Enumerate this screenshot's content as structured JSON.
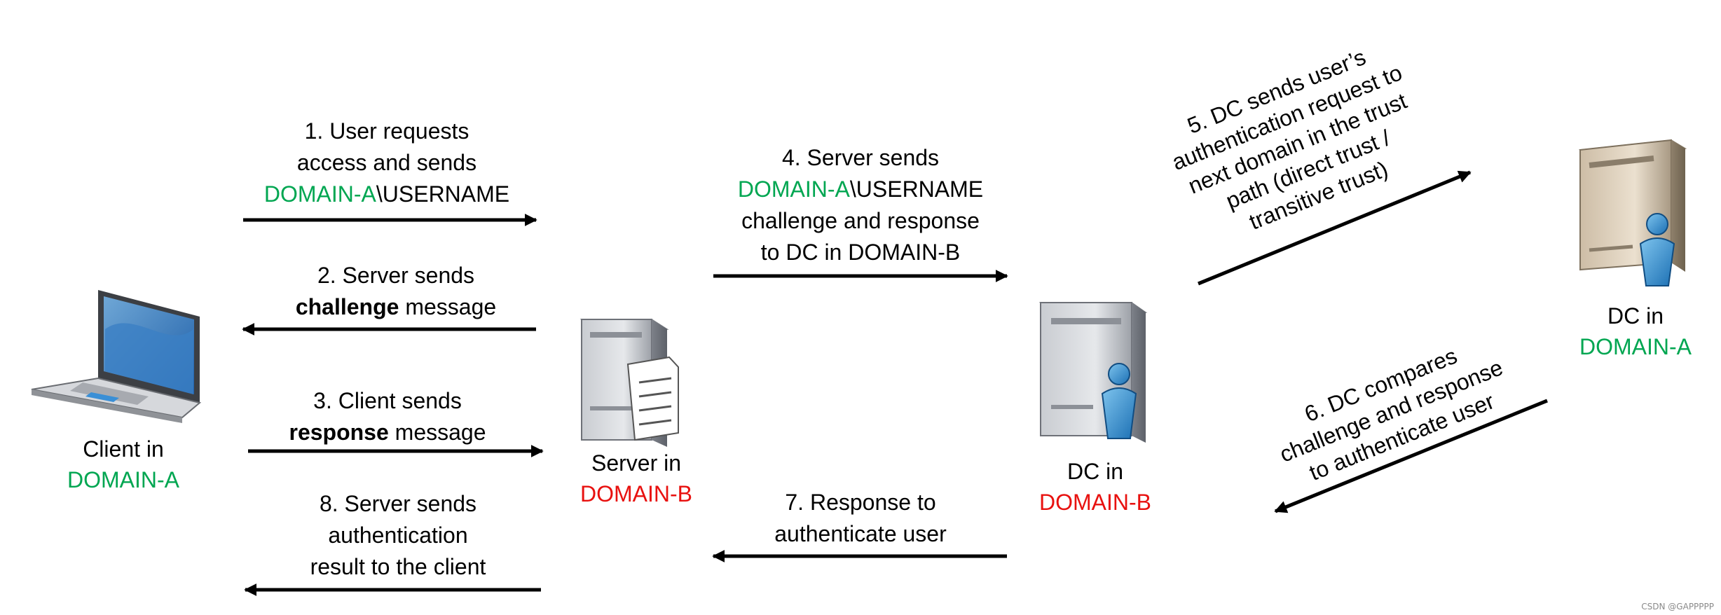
{
  "colors": {
    "domain_a": "#00a651",
    "domain_b": "#e8110f",
    "arrow": "#000000",
    "text": "#000000"
  },
  "nodes": {
    "client": {
      "icon": "laptop-icon",
      "line1": "Client in",
      "domain": "DOMAIN-A"
    },
    "server": {
      "icon": "server-document-icon",
      "line1": "Server in",
      "domain": "DOMAIN-B"
    },
    "dc_b": {
      "icon": "server-user-icon",
      "line1": "DC in",
      "domain": "DOMAIN-B"
    },
    "dc_a": {
      "icon": "server-user-icon",
      "line1": "DC in",
      "domain": "DOMAIN-A"
    }
  },
  "steps": {
    "s1": {
      "line1": "1. User requests",
      "line2": "access and sends",
      "domain": "DOMAIN-A",
      "user": "\\USERNAME"
    },
    "s2": {
      "line1": "2. Server sends",
      "bold": "challenge",
      "rest": " message"
    },
    "s3": {
      "line1": "3. Client sends",
      "bold": "response",
      "rest": " message"
    },
    "s4": {
      "line1": "4. Server sends",
      "domain": "DOMAIN-A",
      "user": "\\USERNAME",
      "line3": "challenge and response",
      "line4": "to DC in DOMAIN-B"
    },
    "s5": {
      "lines": [
        "5. DC sends user’s",
        "authentication request to",
        "next domain in the trust",
        "path (direct trust /",
        "transitive trust)"
      ]
    },
    "s6": {
      "lines": [
        "6. DC compares",
        "challenge and response",
        "to authenticate user"
      ]
    },
    "s7": {
      "line1": "7. Response to",
      "line2": "authenticate user"
    },
    "s8": {
      "line1": "8. Server sends",
      "line2": "authentication",
      "line3": "result to the client"
    }
  },
  "watermark": "CSDN @GAPPPPP"
}
